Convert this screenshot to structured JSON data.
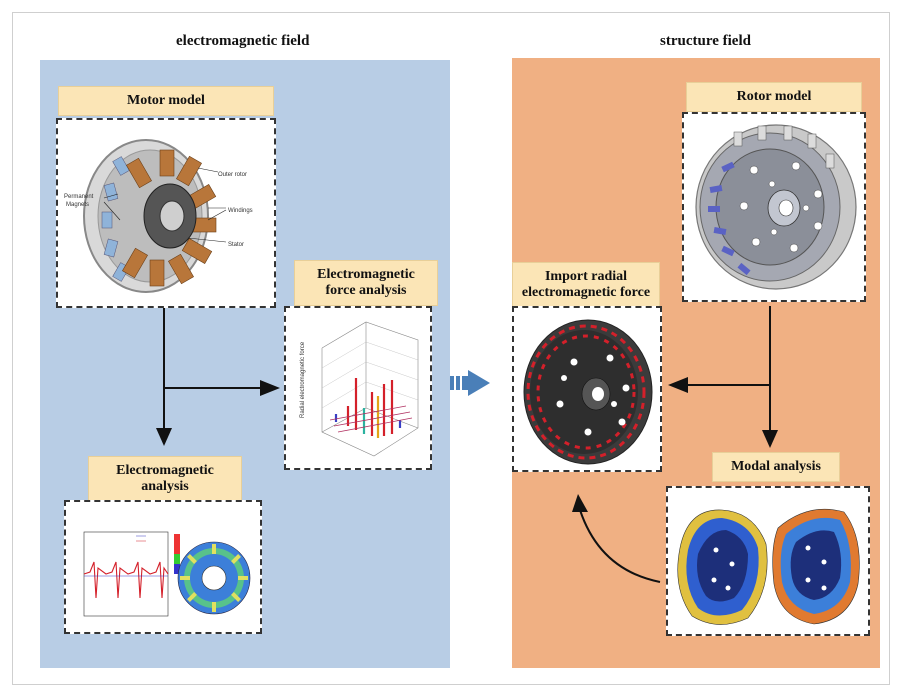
{
  "titles": {
    "left": "electromagnetic field",
    "right": "structure field"
  },
  "labels": {
    "motor_model": "Motor model",
    "em_force_line1": "Electromagnetic",
    "em_force_line2": "force analysis",
    "em_analysis_line1": "Electromagnetic",
    "em_analysis_line2": "analysis",
    "rotor_model": "Rotor model",
    "import_line1": "Import radial",
    "import_line2": "electromagnetic force",
    "modal_analysis": "Modal analysis"
  },
  "motor_callouts": {
    "outer_rotor": "Outer rotor",
    "permanent": "Permanent",
    "magnets": "Magnets",
    "windings": "Windings",
    "stator": "Stator"
  },
  "colors": {
    "em_panel": "#b8cde5",
    "structure_panel": "#f0b083",
    "label_bg": "#fbe5b6",
    "arrow_blue": "#4a7fb8"
  }
}
